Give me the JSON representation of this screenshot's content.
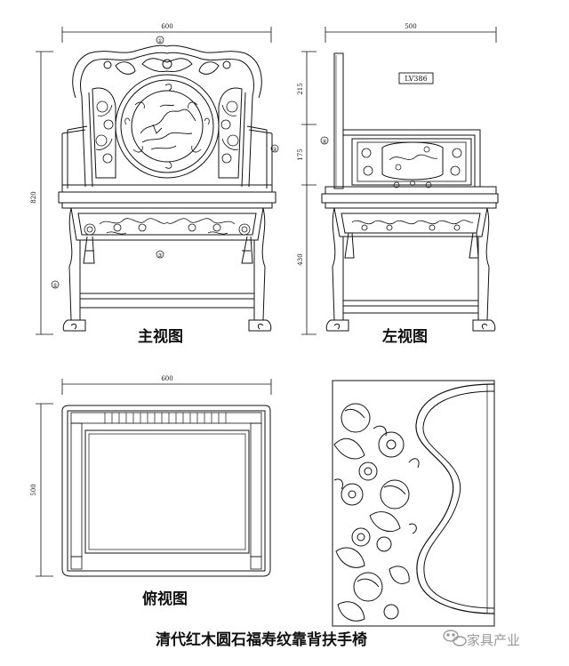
{
  "title": "清代红木圆石福寿纹靠背扶手椅",
  "views": {
    "front": {
      "label": "主视图",
      "dim_width": "600",
      "dim_height": "820"
    },
    "side": {
      "label": "左视图",
      "dim_depth": "500",
      "dim_back": "215",
      "dim_mid": "175",
      "dim_seat": "430",
      "tag": "LV386"
    },
    "top": {
      "label": "俯视图",
      "dim_width": "600",
      "dim_depth": "500"
    }
  },
  "callouts": [
    "①",
    "②",
    "③",
    "④",
    "⑤"
  ],
  "watermark": "家具产业",
  "colors": {
    "line": "#111111",
    "watermark": "#9a9a9a"
  }
}
